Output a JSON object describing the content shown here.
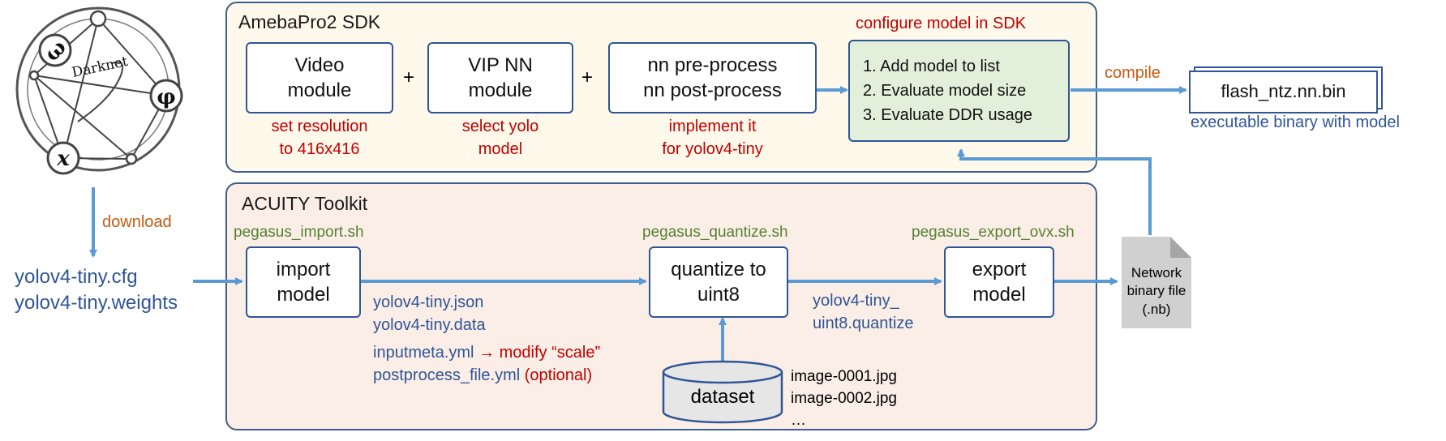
{
  "logo": {
    "center_text": "Darknet",
    "glyphs": [
      "ω",
      "φ",
      "x"
    ],
    "icon": "darknet-logo"
  },
  "sdk": {
    "title": "AmebaPro2 SDK",
    "video_module": [
      "Video",
      "module"
    ],
    "video_caption": [
      "set resolution",
      "to 416x416"
    ],
    "plus1": "+",
    "vip_module": [
      "VIP NN",
      "module"
    ],
    "vip_caption": [
      "select yolo",
      "model"
    ],
    "plus2": "+",
    "nn_process": [
      "nn pre-process",
      "nn post-process"
    ],
    "nn_caption": [
      "implement it",
      "for yolov4-tiny"
    ],
    "configure_title": "configure model in SDK",
    "configure_items": [
      "1. Add model to list",
      "2. Evaluate model size",
      "3. Evaluate DDR usage"
    ]
  },
  "compile_label": "compile",
  "binary": {
    "name": "flash_ntz.nn.bin",
    "caption": "executable binary with model"
  },
  "download_label": "download",
  "inputs": [
    "yolov4-tiny.cfg",
    "yolov4-tiny.weights"
  ],
  "acuity": {
    "title": "ACUITY Toolkit",
    "import_script": "pegasus_import.sh",
    "import_box": [
      "import",
      "model"
    ],
    "import_outputs": [
      "yolov4-tiny.json",
      "yolov4-tiny.data"
    ],
    "inputmeta": "inputmeta.yml",
    "modify_scale": "modify “scale”",
    "postprocess": "postprocess_file.yml",
    "optional": "(optional)",
    "quantize_script": "pegasus_quantize.sh",
    "quantize_box": [
      "quantize to",
      "uint8"
    ],
    "quantize_outputs": [
      "yolov4-tiny_",
      "uint8.quantize"
    ],
    "export_script": "pegasus_export_ovx.sh",
    "export_box": [
      "export",
      "model"
    ],
    "dataset": "dataset",
    "dataset_files": [
      "image-0001.jpg",
      "image-0002.jpg",
      "…"
    ]
  },
  "network_file": [
    "Network",
    "binary file",
    "(.nb)"
  ],
  "colors": {
    "panel_border": "#3c5f8f",
    "arrow": "#5b9bd5",
    "red": "#c00000",
    "blue": "#2f5597",
    "green": "#548235",
    "orange": "#c55a11",
    "sdk_bg": "#fff9ec",
    "acuity_bg": "#fbeee6",
    "config_bg": "#e2efda"
  }
}
